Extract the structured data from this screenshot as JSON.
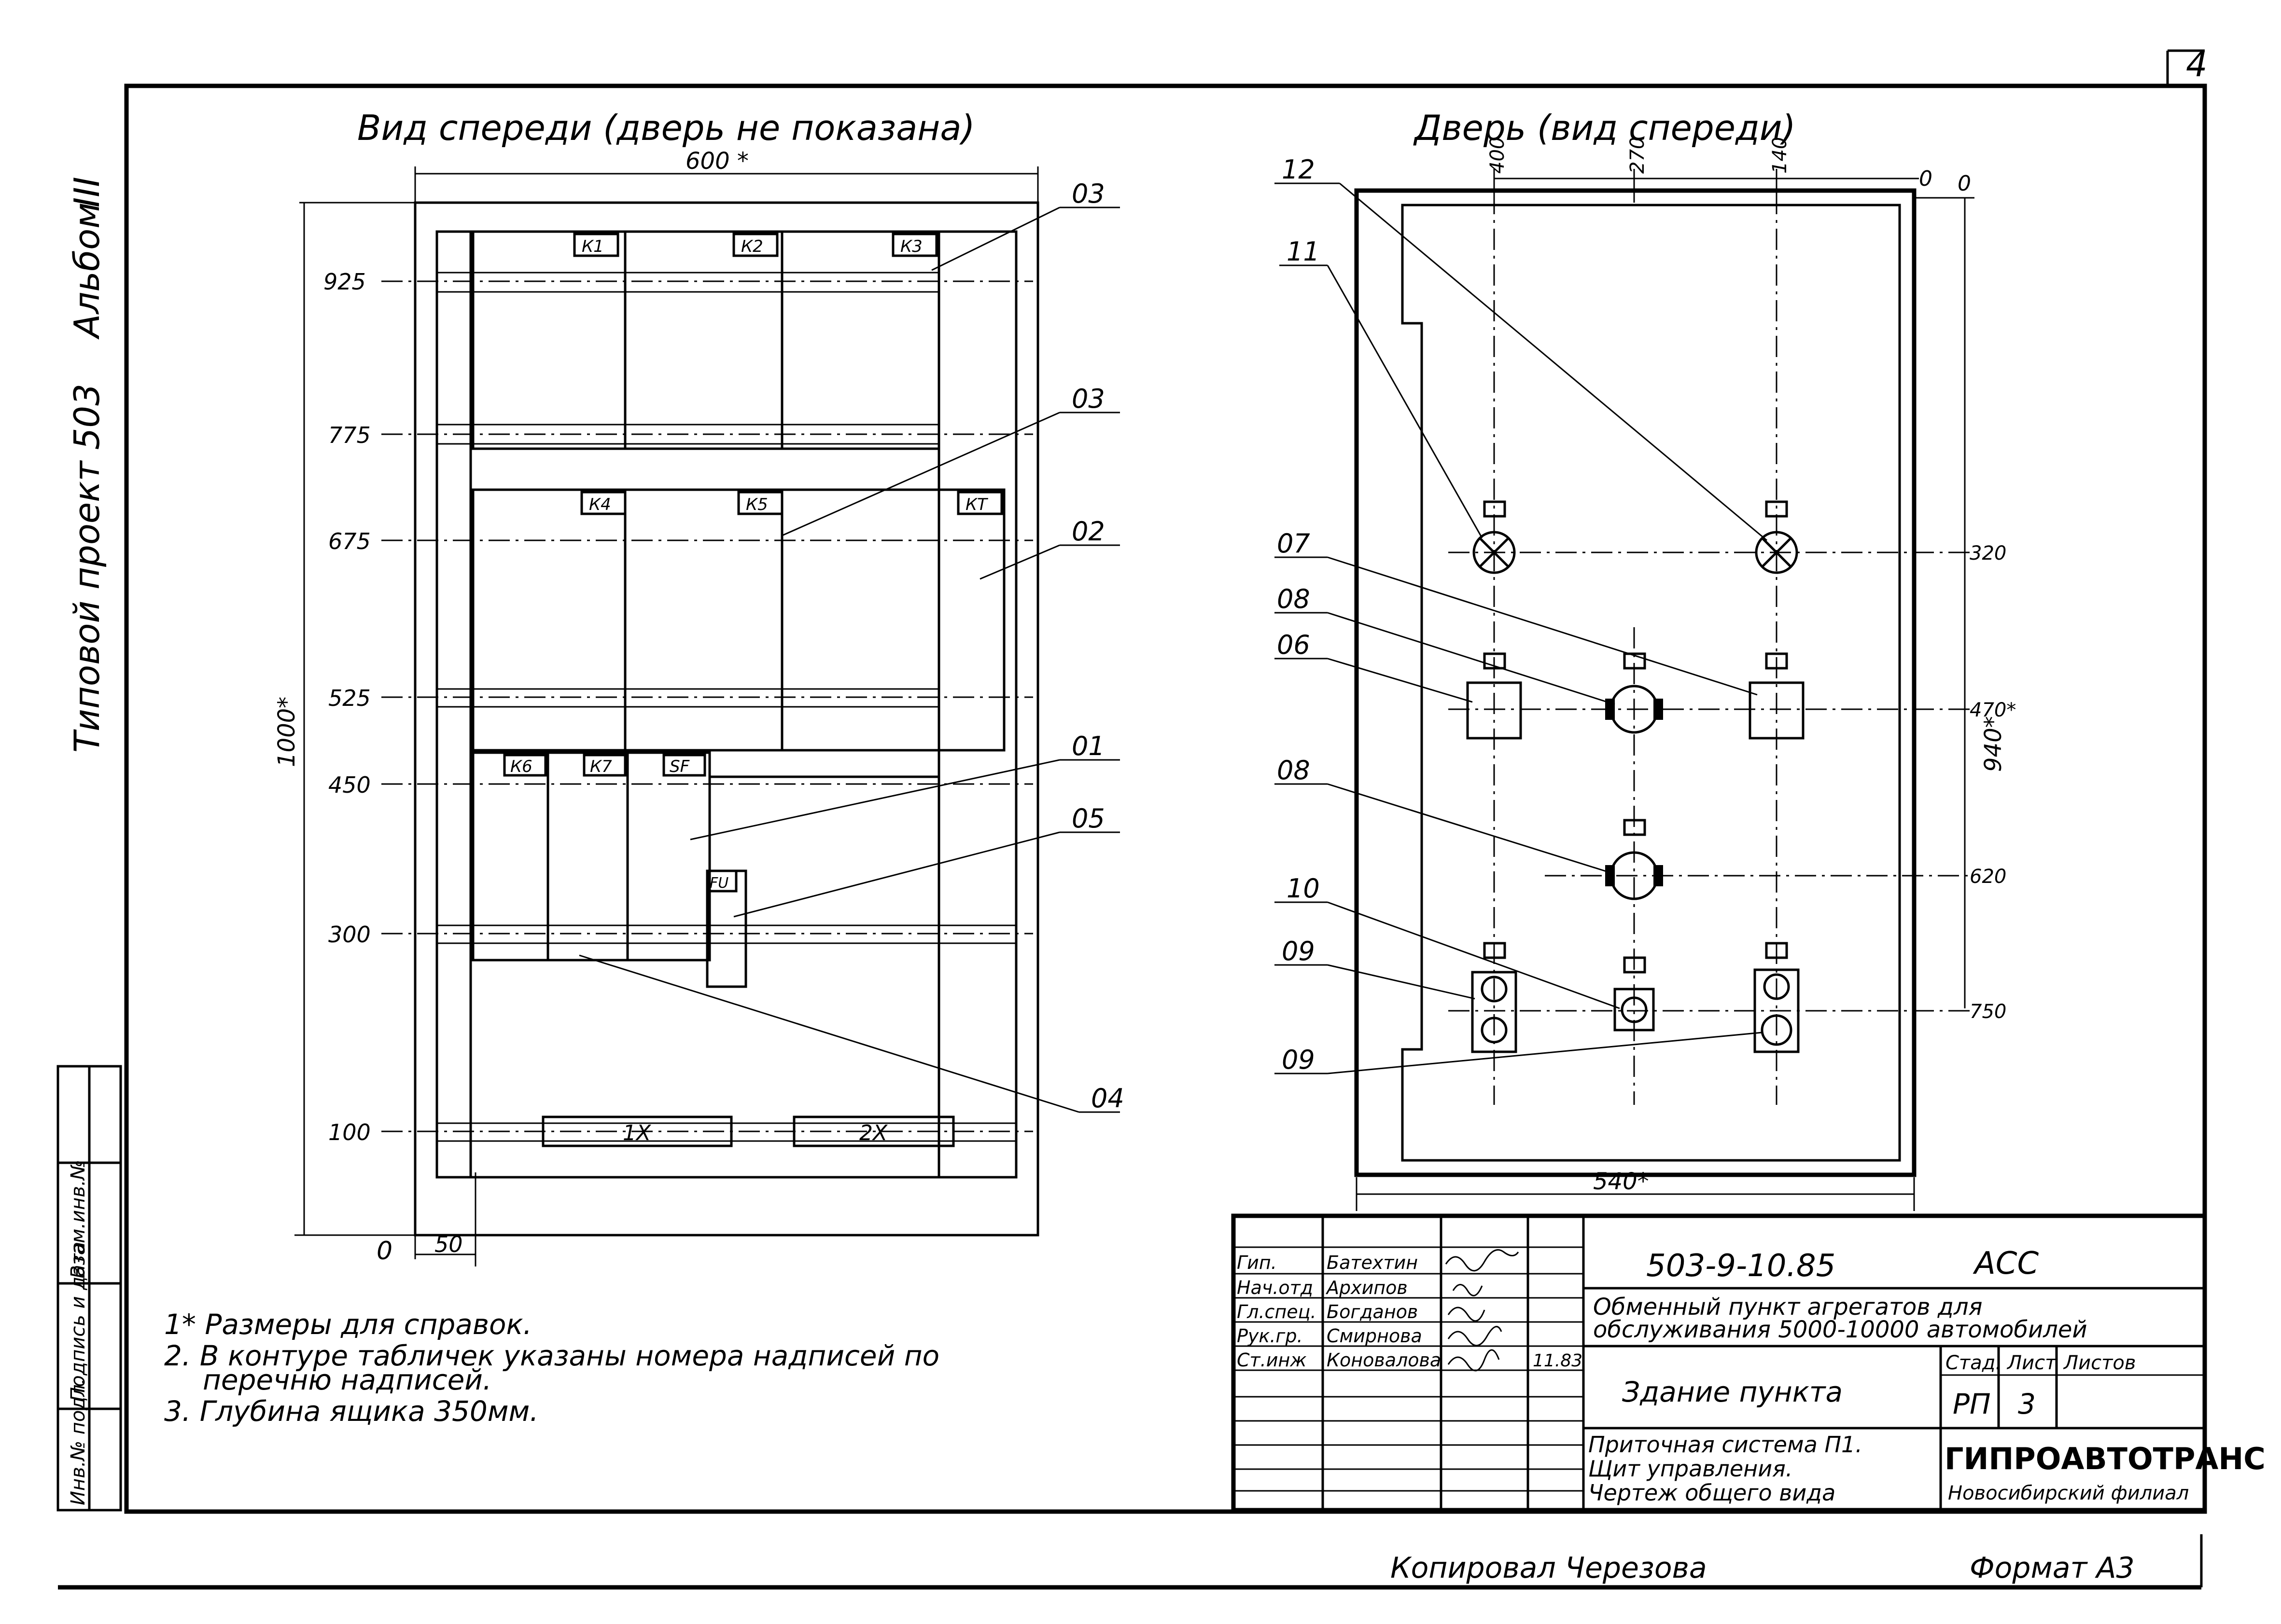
{
  "sheet": {
    "number": "4",
    "side_album": "Альбом",
    "side_album_no": "III",
    "side_project": "Типовой проект 503",
    "stamp_strip": [
      "Инв.№ подл.",
      "Подпись и дата",
      "Взам.инв.№"
    ]
  },
  "front_view": {
    "title": "Вид спереди (дверь не показана)",
    "width_dim": "600 *",
    "height_dim": "1000*",
    "origin": "0",
    "left_offset": "50",
    "levels": [
      "925",
      "775",
      "675",
      "525",
      "450",
      "300",
      "100"
    ],
    "plates": [
      "К1",
      "К2",
      "К3",
      "К4",
      "К5",
      "КТ",
      "К6",
      "К7",
      "SF",
      "FU"
    ],
    "terminals": [
      "1Х",
      "2Х"
    ],
    "callouts": [
      "03",
      "03",
      "02",
      "01",
      "05",
      "04"
    ]
  },
  "door_view": {
    "title": "Дверь (вид спереди)",
    "top_dims": [
      "400",
      "270",
      "140",
      "0"
    ],
    "zero_right": "0",
    "right_dims": [
      "320",
      "470*",
      "620",
      "750"
    ],
    "height_dim": "940*",
    "width_dim": "540*",
    "callouts": [
      "12",
      "11",
      "07",
      "08",
      "06",
      "08",
      "10",
      "09",
      "09"
    ]
  },
  "notes": [
    "1* Размеры для справок.",
    "2. В контуре табличек указаны номера надписей по",
    "перечню надписей.",
    "3. Глубина ящика 350мм."
  ],
  "title_block": {
    "roles": [
      "Гип.",
      "Нач.отд",
      "Гл.спец.",
      "Рук.гр.",
      "Ст.инж"
    ],
    "names": [
      "Батехтин",
      "Архипов",
      "Богданов",
      "Смирнова",
      "Коновалова"
    ],
    "date": "11.83",
    "code": "503-9-10.85",
    "mark": "АСС",
    "object_title": [
      "Обменный пункт агрегатов для",
      "обслуживания 5000-10000 автомобилей"
    ],
    "building": "Здание пункта",
    "stage_header": [
      "Стад.",
      "Лист",
      "Листов"
    ],
    "stage_values": [
      "РП",
      "3",
      ""
    ],
    "sheet_title": [
      "Приточная система П1.",
      "Щит управления.",
      "Чертеж общего вида"
    ],
    "org": "ГИПРОАВТОТРАНС",
    "branch": "Новосибирский филиал"
  },
  "footer": {
    "copied": "Копировал Черезова",
    "format": "Формат А3"
  }
}
